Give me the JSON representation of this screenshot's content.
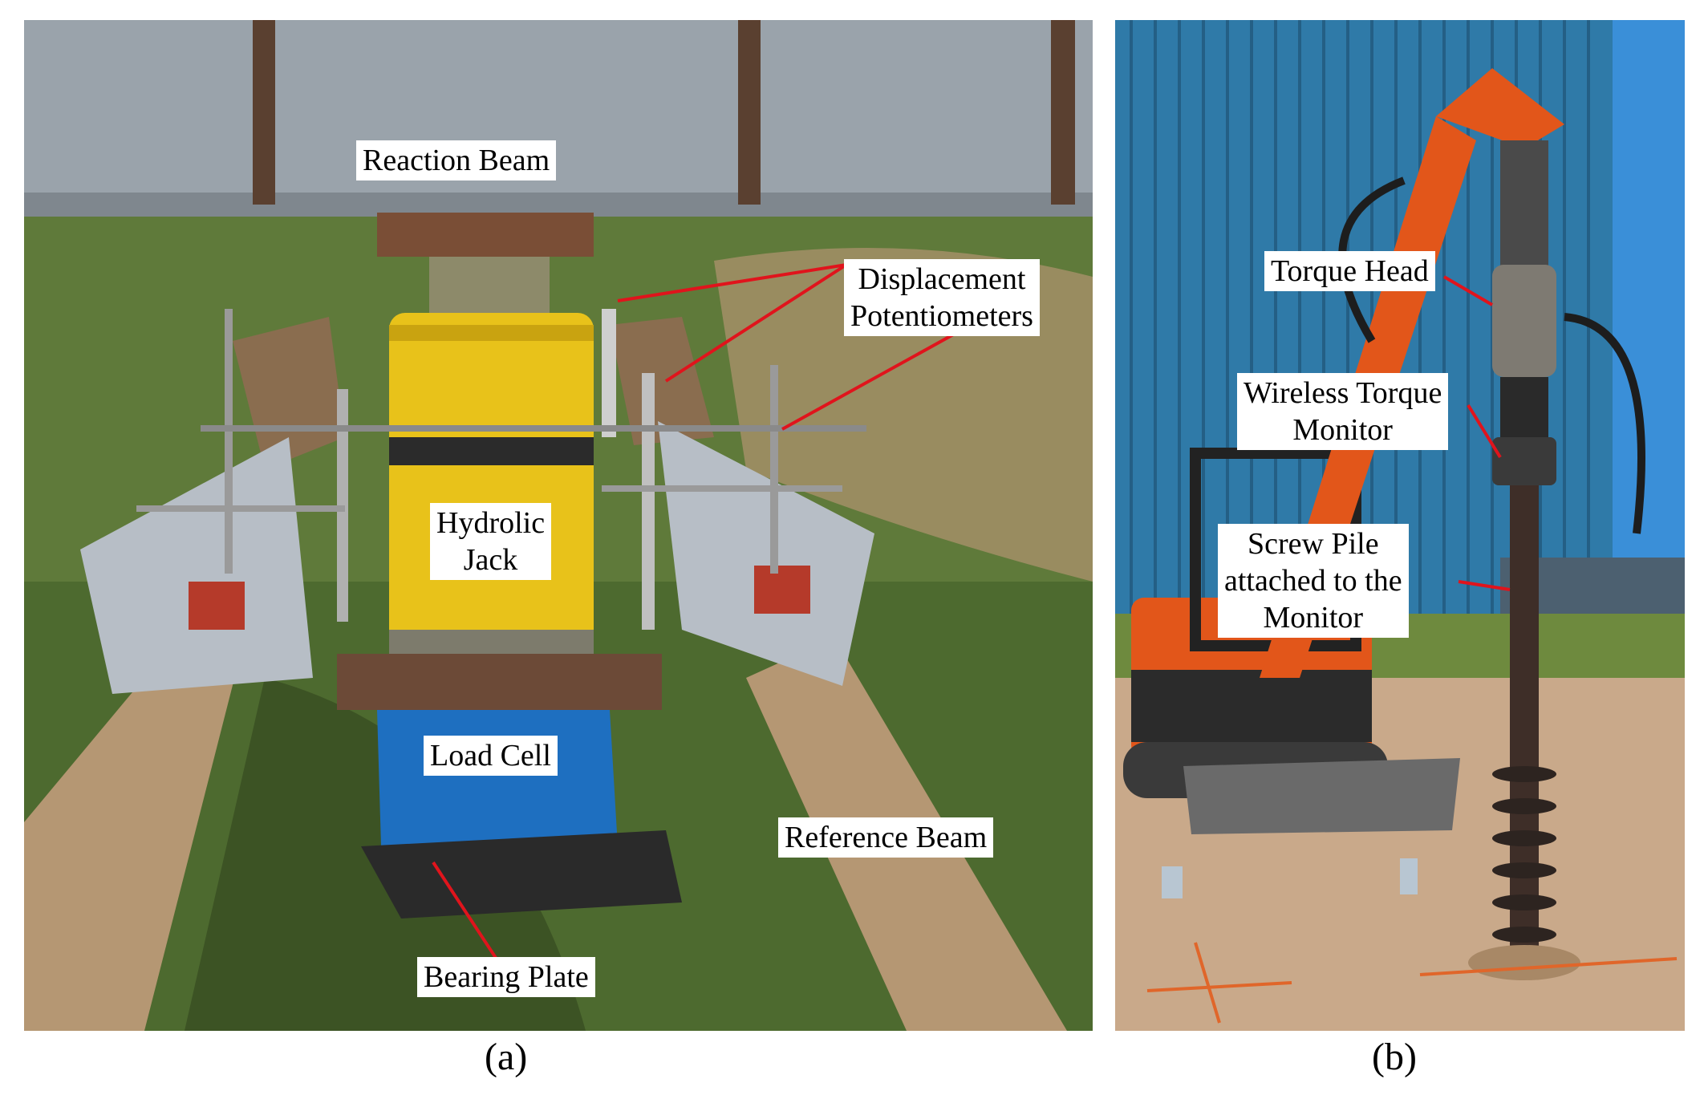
{
  "panel_a": {
    "labels": {
      "reaction_beam": "Reaction Beam",
      "displacement_line1": "Displacement",
      "displacement_line2": "Potentiometers",
      "hydrolic_line1": "Hydrolic",
      "hydrolic_line2": "Jack",
      "load_cell": "Load Cell",
      "reference_beam": "Reference Beam",
      "bearing_plate": "Bearing Plate"
    },
    "caption": "(a)"
  },
  "panel_b": {
    "labels": {
      "torque_head": "Torque Head",
      "wireless_line1": "Wireless Torque",
      "wireless_line2": "Monitor",
      "screw_line1": "Screw Pile",
      "screw_line2": "attached to the",
      "screw_line3": "Monitor"
    },
    "caption": "(b)"
  },
  "colors": {
    "leader_line": "#e0141c",
    "jack_yellow": "#e8c21a",
    "load_cell_blue": "#1e6fc0",
    "excavator_orange": "#e2561a",
    "wall_blue": "#2f7aa8",
    "sky_blue": "#3a8fd8"
  }
}
